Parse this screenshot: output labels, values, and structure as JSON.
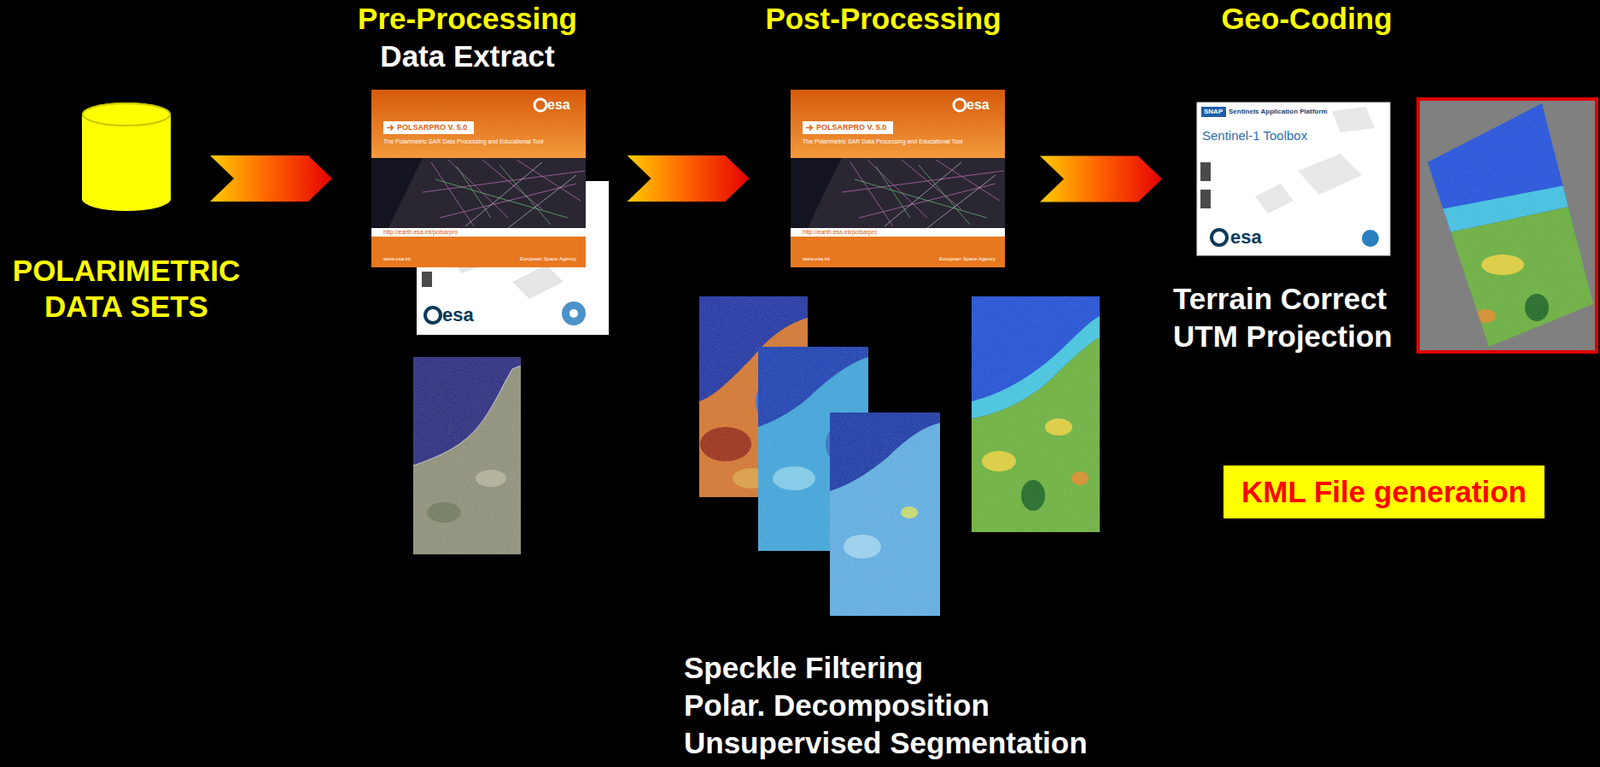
{
  "diagram": {
    "nodes": [
      {
        "text": [
          "POLARIMETRIC DATA SETS"
        ]
      },
      {
        "text": [
          "Pre-Processing",
          "Data Extract"
        ]
      },
      {
        "text": [
          "Post-Processing"
        ]
      },
      {
        "text": [
          "Geo-Coding",
          "Terrain Correct UTM Projection"
        ]
      },
      {
        "text": [
          "KML File generation"
        ]
      }
    ],
    "edges": [
      {
        "from": 0,
        "to": 1,
        "arrow": "to"
      },
      {
        "from": 1,
        "to": 2,
        "arrow": "to"
      },
      {
        "from": 2,
        "to": 3,
        "arrow": "to"
      }
    ],
    "labels": [
      "esa",
      "POLSARPRO V. 5.0",
      "The Polarimetric SAR Data Processing and Educational Tool",
      "http://earth.esa.int/polsarpro",
      "www.esa.int",
      "European Space Agency",
      "esa",
      "esa",
      "POLSARPRO V. 5.0",
      "The Polarimetric SAR Data Processing and Educational Tool",
      "http://earth.esa.int/polsarpro",
      "www.esa.int",
      "European Space Agency",
      "Speckle Filtering",
      "Polar. Decomposition",
      "Unsupervised Segmentation",
      "SNAP",
      "Sentinels Application Platform",
      "Sentinel-1 Toolbox",
      "esa"
    ]
  }
}
